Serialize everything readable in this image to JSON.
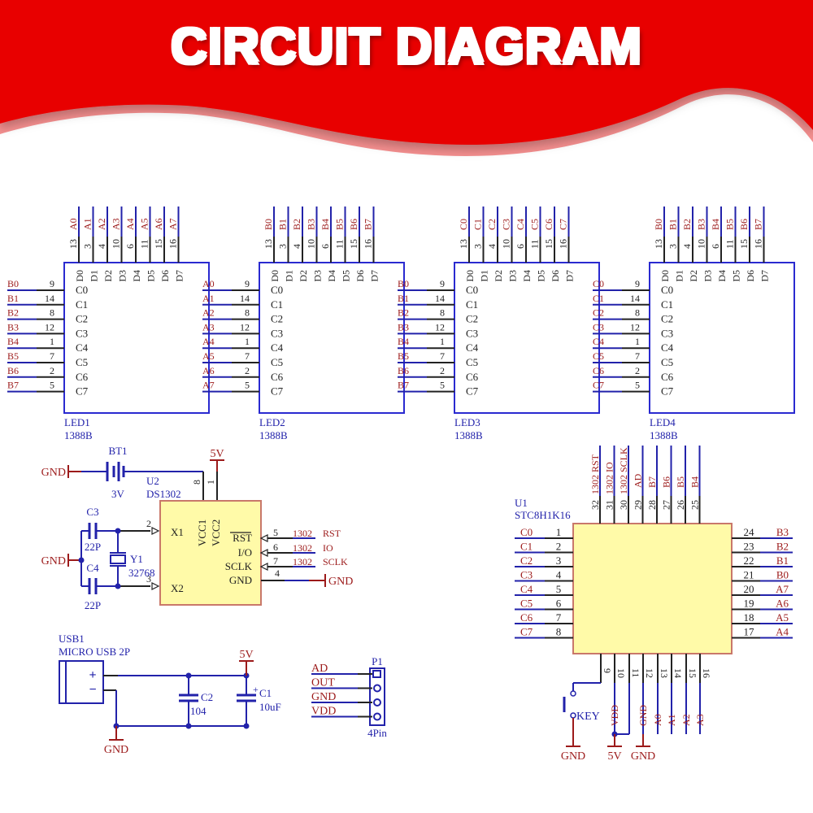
{
  "title": "CIRCUIT DIAGRAM",
  "colors": {
    "banner_red": "#e60000",
    "wire_blue": "#2222aa",
    "net_label_red": "#9c1a1a",
    "pin_black": "#222222",
    "ic_fill_yellow": "#fffaa8",
    "ic_border": "#c9786a"
  },
  "led_modules": [
    {
      "ref": "LED1",
      "part": "1388B",
      "top_nets": [
        "A0",
        "A1",
        "A2",
        "A3",
        "A4",
        "A5",
        "A6",
        "A7"
      ],
      "left_nets": [
        "B0",
        "B1",
        "B2",
        "B3",
        "B4",
        "B5",
        "B6",
        "B7"
      ]
    },
    {
      "ref": "LED2",
      "part": "1388B",
      "top_nets": [
        "B0",
        "B1",
        "B2",
        "B3",
        "B4",
        "B5",
        "B6",
        "B7"
      ],
      "left_nets": [
        "A0",
        "A1",
        "A2",
        "A3",
        "A4",
        "A5",
        "A6",
        "A7"
      ]
    },
    {
      "ref": "LED3",
      "part": "1388B",
      "top_nets": [
        "C0",
        "C1",
        "C2",
        "C3",
        "C4",
        "C5",
        "C6",
        "C7"
      ],
      "left_nets": [
        "B0",
        "B1",
        "B2",
        "B3",
        "B4",
        "B5",
        "B6",
        "B7"
      ]
    },
    {
      "ref": "LED4",
      "part": "1388B",
      "top_nets": [
        "B0",
        "B1",
        "B2",
        "B3",
        "B4",
        "B5",
        "B6",
        "B7"
      ],
      "left_nets": [
        "C0",
        "C1",
        "C2",
        "C3",
        "C4",
        "C5",
        "C6",
        "C7"
      ]
    }
  ],
  "led_pinout": {
    "top_pin_numbers": [
      "13",
      "3",
      "4",
      "10",
      "6",
      "11",
      "15",
      "16"
    ],
    "top_pin_names": [
      "D0",
      "D1",
      "D2",
      "D3",
      "D4",
      "D5",
      "D6",
      "D7"
    ],
    "left_pin_numbers": [
      "9",
      "14",
      "8",
      "12",
      "1",
      "7",
      "2",
      "5"
    ],
    "left_pin_names": [
      "C0",
      "C1",
      "C2",
      "C3",
      "C4",
      "C5",
      "C6",
      "C7"
    ]
  },
  "rtc": {
    "battery_ref": "BT1",
    "battery_value": "3V",
    "ic_ref": "U2",
    "ic_part": "DS1302",
    "gnd_label": "GND",
    "vcc_label": "5V",
    "vcc_pins": [
      {
        "num": "8",
        "name": "VCC1"
      },
      {
        "num": "1",
        "name": "VCC2"
      }
    ],
    "left_pins": [
      {
        "num": "2",
        "name": "X1"
      },
      {
        "num": "3",
        "name": "X2"
      }
    ],
    "right_pins": [
      {
        "num": "5",
        "name": "RST",
        "net": "1302_RST"
      },
      {
        "num": "6",
        "name": "I/O",
        "net": "1302_IO"
      },
      {
        "num": "7",
        "name": "SCLK",
        "net": "1302_SCLK"
      },
      {
        "num": "4",
        "name": "GND",
        "net": "GND"
      }
    ],
    "cap_c3": {
      "ref": "C3",
      "value": "22P"
    },
    "cap_c4": {
      "ref": "C4",
      "value": "22P"
    },
    "crystal": {
      "ref": "Y1",
      "value": "32768"
    }
  },
  "power": {
    "usb_ref": "USB1",
    "usb_part": "MICRO USB 2P",
    "plus": "+",
    "minus": "−",
    "vcc_label": "5V",
    "gnd_label": "GND",
    "c2": {
      "ref": "C2",
      "value": "104"
    },
    "c1": {
      "ref": "C1",
      "value": "10uF"
    }
  },
  "header": {
    "ref": "P1",
    "part": "4Pin",
    "nets": [
      "AD",
      "OUT",
      "GND",
      "VDD"
    ]
  },
  "mcu": {
    "ref": "U1",
    "part": "STC8H1K16",
    "left_pins": [
      {
        "num": "1",
        "net": "C0"
      },
      {
        "num": "2",
        "net": "C1"
      },
      {
        "num": "3",
        "net": "C2"
      },
      {
        "num": "4",
        "net": "C3"
      },
      {
        "num": "5",
        "net": "C4"
      },
      {
        "num": "6",
        "net": "C5"
      },
      {
        "num": "7",
        "net": "C6"
      },
      {
        "num": "8",
        "net": "C7"
      }
    ],
    "right_pins": [
      {
        "num": "24",
        "net": "B3"
      },
      {
        "num": "23",
        "net": "B2"
      },
      {
        "num": "22",
        "net": "B1"
      },
      {
        "num": "21",
        "net": "B0"
      },
      {
        "num": "20",
        "net": "A7"
      },
      {
        "num": "19",
        "net": "A6"
      },
      {
        "num": "18",
        "net": "A5"
      },
      {
        "num": "17",
        "net": "A4"
      }
    ],
    "top_pins": [
      {
        "num": "32",
        "net": "1302_RST"
      },
      {
        "num": "31",
        "net": "1302_IO"
      },
      {
        "num": "30",
        "net": "1302_SCLK"
      },
      {
        "num": "29",
        "net": "AD"
      },
      {
        "num": "28",
        "net": "B7"
      },
      {
        "num": "27",
        "net": "B6"
      },
      {
        "num": "26",
        "net": "B5"
      },
      {
        "num": "25",
        "net": "B4"
      }
    ],
    "bottom_pins": [
      {
        "num": "9",
        "net": ""
      },
      {
        "num": "10",
        "net": "VDD"
      },
      {
        "num": "11",
        "net": ""
      },
      {
        "num": "12",
        "net": "GND"
      },
      {
        "num": "13",
        "net": "A0"
      },
      {
        "num": "14",
        "net": "A1"
      },
      {
        "num": "15",
        "net": "A2"
      },
      {
        "num": "16",
        "net": "A3"
      }
    ],
    "key_label": "KEY",
    "bottom_power_labels": [
      "GND",
      "5V",
      "GND"
    ]
  }
}
